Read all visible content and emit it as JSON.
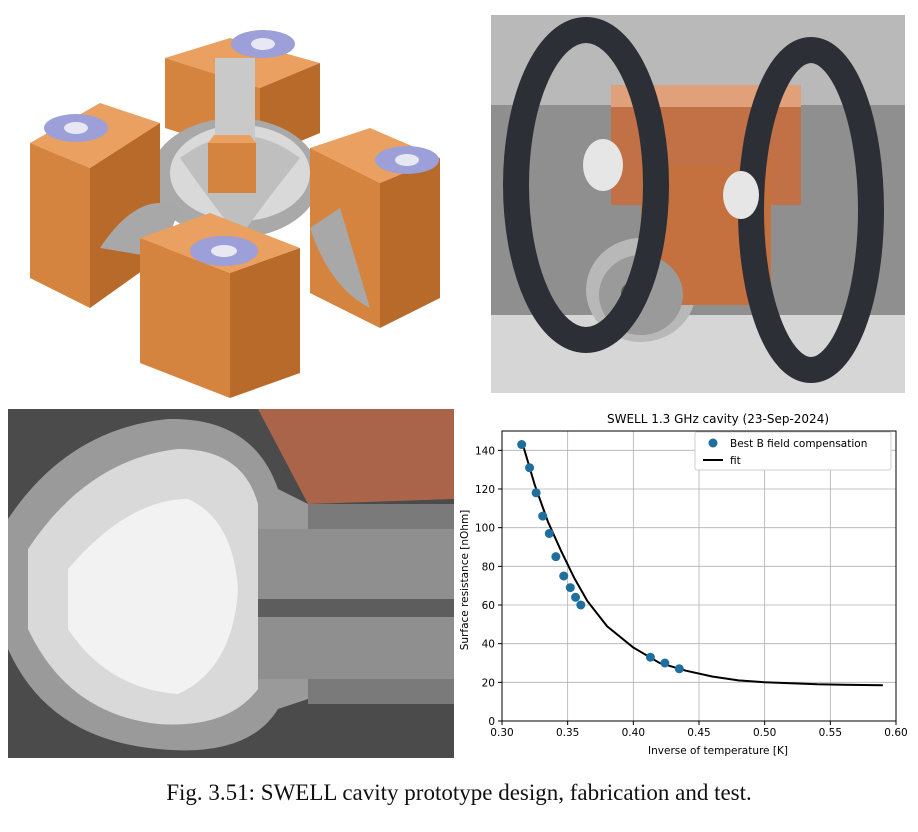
{
  "figure": {
    "caption": "Fig. 3.51: SWELL cavity prototype design, fabrication and test."
  },
  "panels": {
    "cad_render": {
      "subject": "cutaway-render"
    },
    "assembly_photo": {
      "subject": "photo"
    },
    "surface_photo": {
      "subject": "photo"
    }
  },
  "colors": {
    "copper": "#d5843f",
    "copper_dark": "#b86a2a",
    "flange": "#9c9fd8",
    "niobium": "#c8c8c8",
    "marker": "#1f6f9e",
    "fit_line": "#000000"
  },
  "chart_data": {
    "type": "scatter",
    "title": "SWELL 1.3 GHz cavity (23-Sep-2024)",
    "xlabel": "Inverse of temperature [K]",
    "ylabel": "Surface resistance [nOhm]",
    "xlim": [
      0.3,
      0.6
    ],
    "ylim": [
      0,
      150
    ],
    "xticks": [
      "0.30",
      "0.35",
      "0.40",
      "0.45",
      "0.50",
      "0.55",
      "0.60"
    ],
    "yticks": [
      "0",
      "20",
      "40",
      "60",
      "80",
      "100",
      "120",
      "140"
    ],
    "xtick_values": [
      0.3,
      0.35,
      0.4,
      0.45,
      0.5,
      0.55,
      0.6
    ],
    "ytick_values": [
      0,
      20,
      40,
      60,
      80,
      100,
      120,
      140
    ],
    "grid": true,
    "legend_position": "top-right",
    "series": [
      {
        "name": "Best B field compensation",
        "kind": "points",
        "x": [
          0.315,
          0.321,
          0.326,
          0.331,
          0.336,
          0.341,
          0.347,
          0.352,
          0.356,
          0.36,
          0.413,
          0.424,
          0.435
        ],
        "y": [
          143,
          131,
          118,
          106,
          97,
          85,
          75,
          69,
          64,
          60,
          33,
          30,
          27
        ]
      },
      {
        "name": "fit",
        "kind": "line",
        "x": [
          0.315,
          0.325,
          0.335,
          0.345,
          0.355,
          0.365,
          0.38,
          0.4,
          0.42,
          0.44,
          0.46,
          0.48,
          0.5,
          0.52,
          0.54,
          0.56,
          0.59
        ],
        "y": [
          145,
          122,
          103,
          88,
          74,
          62,
          49,
          38,
          30,
          26,
          23,
          21,
          20,
          19.5,
          19,
          18.8,
          18.5
        ]
      }
    ]
  }
}
